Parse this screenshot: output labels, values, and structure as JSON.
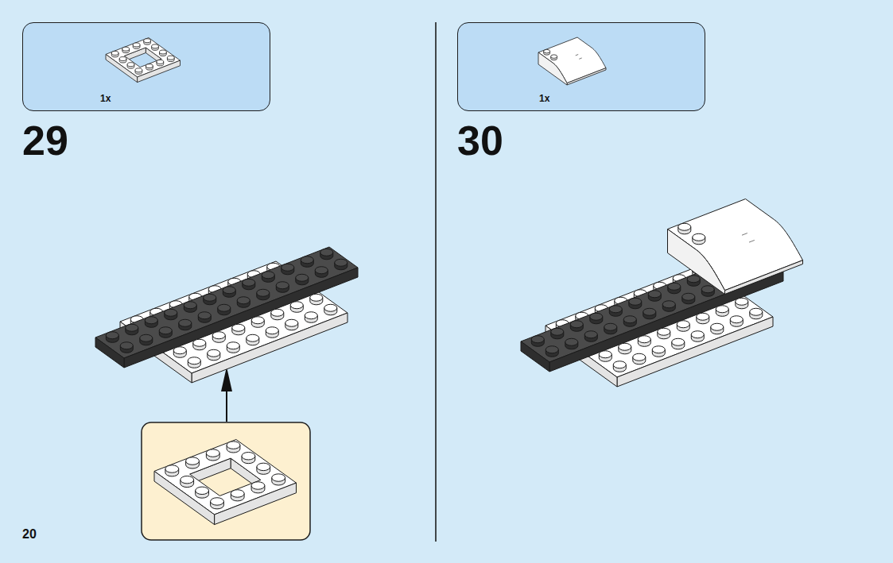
{
  "diagram": {
    "nodes": [
      {
        "text": [
          "1x"
        ]
      },
      {
        "text": [
          "1x"
        ]
      }
    ],
    "labels": [
      "29",
      "30",
      "20"
    ]
  }
}
